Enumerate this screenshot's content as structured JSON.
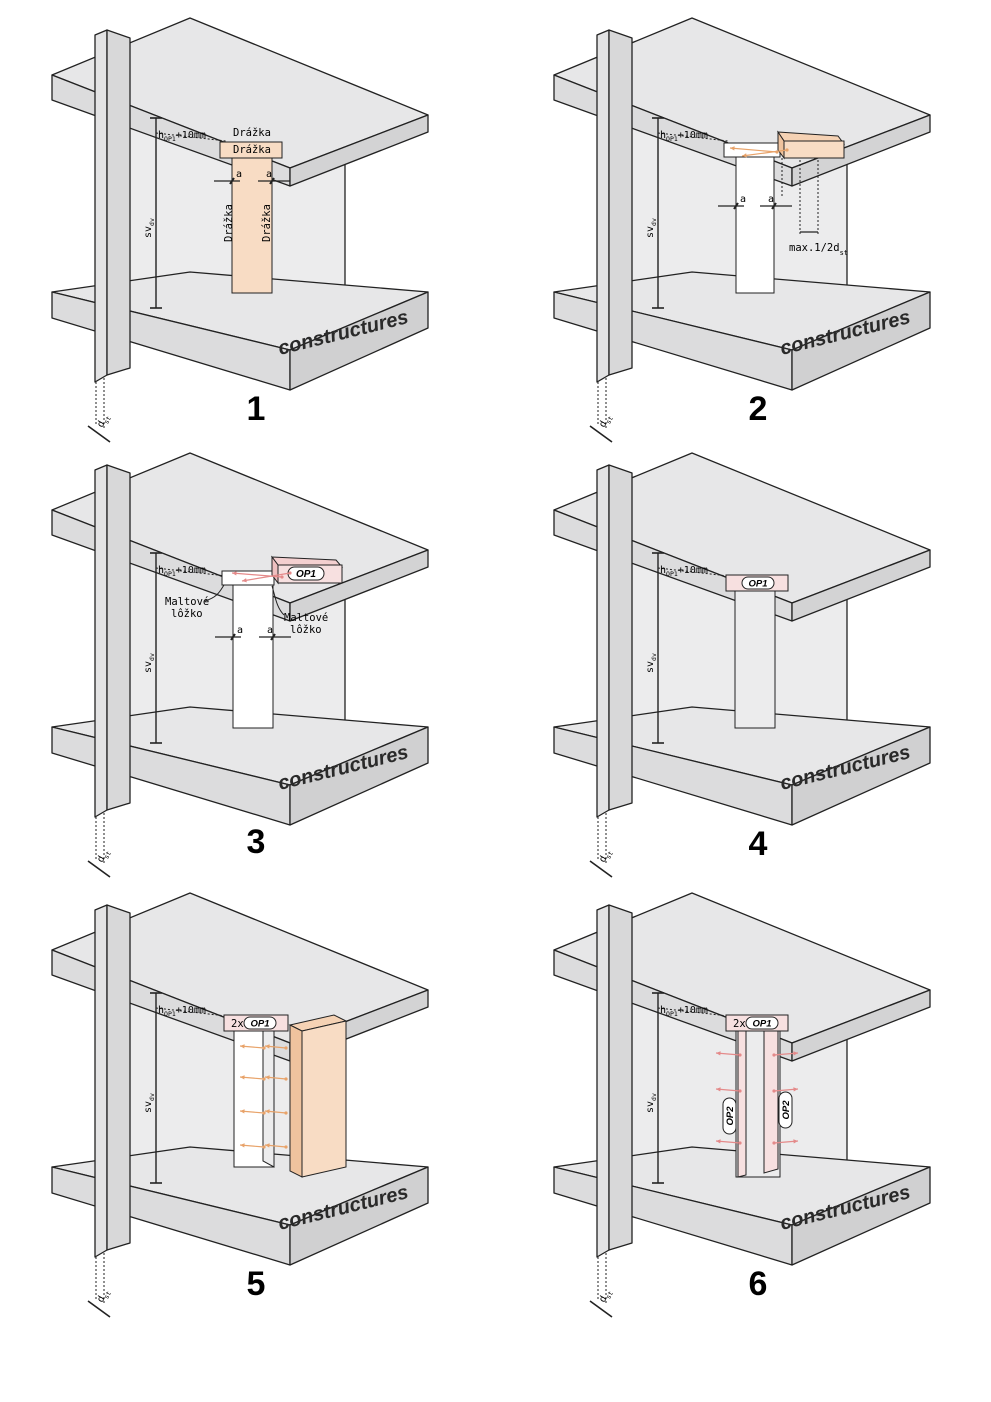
{
  "brand": "constructures",
  "labels": {
    "h_main": "h",
    "h_sub": "OP1",
    "h_suffix": "+10mm",
    "sv_main": "sv",
    "sv_sub": "dv",
    "d_main": "d",
    "d_sub": "st",
    "a": "a",
    "drazka": "Drážka",
    "max_main": "max.1/2d",
    "max_sub": "st",
    "maltove": "Maltové",
    "lozko": "lôžko",
    "op1": "OP1",
    "op2": "OP2",
    "times2": "2x"
  },
  "steps": [
    {
      "number": "1"
    },
    {
      "number": "2"
    },
    {
      "number": "3"
    },
    {
      "number": "4"
    },
    {
      "number": "5"
    },
    {
      "number": "6"
    }
  ],
  "colors": {
    "wall": "#ececed",
    "slab": "#e7e7e8",
    "stroke": "#222222",
    "groove": "#f8dcc4",
    "lintel_pink": "#f7e0e0",
    "arrow_orange": "#e8a36a",
    "arrow_pink": "#e48a8a"
  }
}
